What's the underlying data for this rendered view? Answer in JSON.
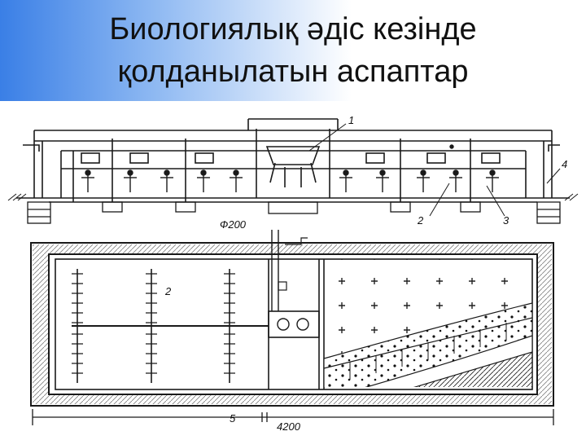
{
  "slide": {
    "title_line1": "Биологиялық әдіс кезінде",
    "title_line2": "қолданылатын аспаптар"
  },
  "drawing": {
    "callouts": [
      "1",
      "2",
      "3",
      "4",
      "2",
      "5"
    ],
    "dimensions": [
      "Ф200",
      "4200"
    ]
  },
  "colors": {
    "title_gradient_start": "#3a7fe6",
    "ink": "#1a1a1a"
  }
}
